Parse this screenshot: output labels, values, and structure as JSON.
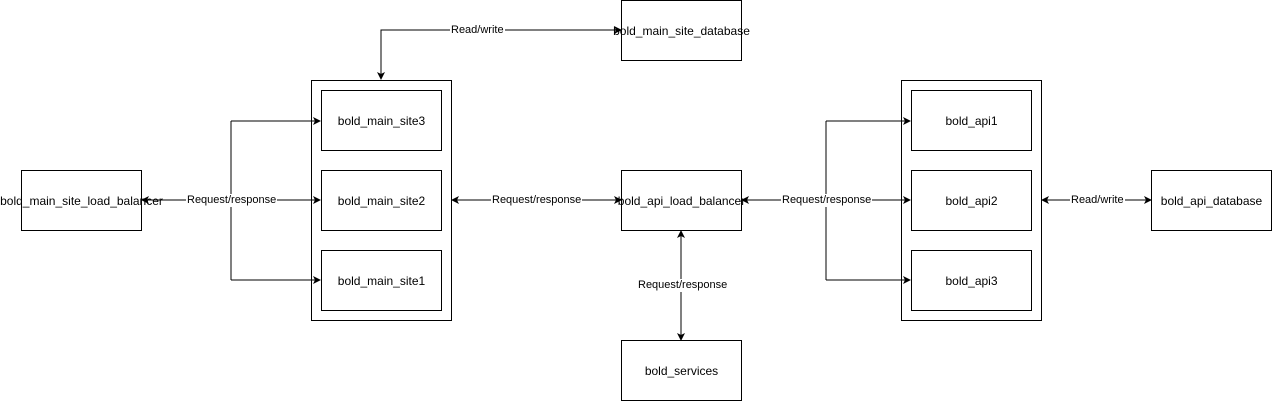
{
  "nodes": {
    "main_site_load_balancer": "bold_main_site_load_balancer",
    "main_site3": "bold_main_site3",
    "main_site2": "bold_main_site2",
    "main_site1": "bold_main_site1",
    "main_site_database": "bold_main_site_database",
    "api_load_balancer": "bold_api_load_balancer",
    "services": "bold_services",
    "api1": "bold_api1",
    "api2": "bold_api2",
    "api3": "bold_api3",
    "api_database": "bold_api_database"
  },
  "edges": {
    "lb_to_main_sites": "Request/response",
    "main_sites_to_database": "Read/write",
    "main_sites_to_api_lb": "Request/response",
    "api_lb_to_services": "Request/response",
    "api_lb_to_apis": "Request/response",
    "apis_to_database": "Read/write"
  },
  "colors": {
    "stroke": "#000000",
    "background": "#ffffff"
  }
}
